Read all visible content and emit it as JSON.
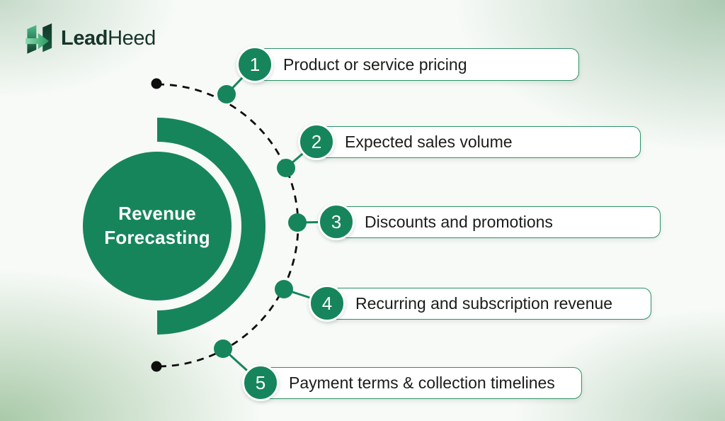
{
  "brand": {
    "name_bold": "Lead",
    "name_light": "Heed"
  },
  "center_circle": {
    "line1": "Revenue",
    "line2": "Forecasting"
  },
  "items": [
    {
      "number": "1",
      "label": "Product or service pricing"
    },
    {
      "number": "2",
      "label": "Expected sales volume"
    },
    {
      "number": "3",
      "label": "Discounts and promotions"
    },
    {
      "number": "4",
      "label": "Recurring and subscription revenue"
    },
    {
      "number": "5",
      "label": "Payment terms & collection timelines"
    }
  ],
  "colors": {
    "primary_green": "#17855C",
    "pill_border_green": "#2F9268",
    "item_text": "#1C1C1A",
    "logo_text": "#17352B",
    "dot_black": "#0D0D0D",
    "circle_text": "#FFFFFF"
  }
}
